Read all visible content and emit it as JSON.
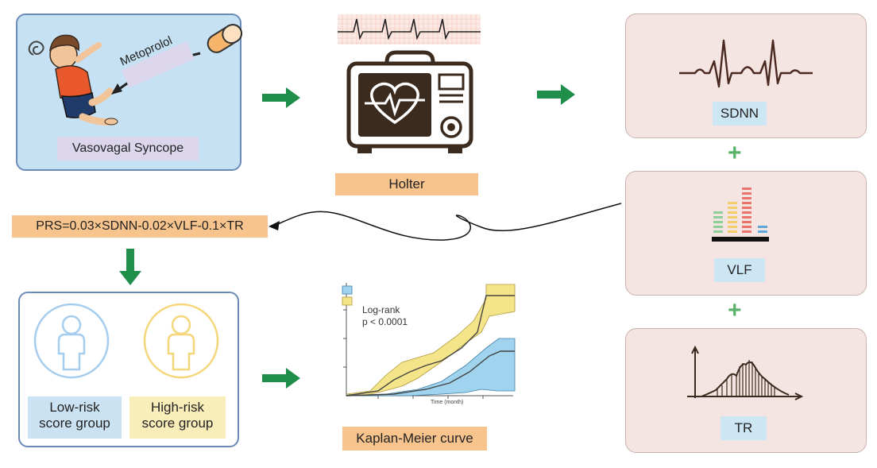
{
  "syncope_panel": {
    "drug_label": "Metoprolol",
    "condition_label": "Vasovagal Syncope"
  },
  "holter": {
    "label": "Holter"
  },
  "features": {
    "sdnn": {
      "label": "SDNN"
    },
    "vlf": {
      "label": "VLF"
    },
    "tr": {
      "label": "TR"
    },
    "plus_symbol": "+"
  },
  "formula": {
    "text": "PRS=0.03×SDNN-0.02×VLF-0.1×TR"
  },
  "groups": {
    "low": {
      "label_line1": "Low-risk",
      "label_line2": "score group"
    },
    "high": {
      "label_line1": "High-risk",
      "label_line2": "score group"
    }
  },
  "km_plot": {
    "legend_text_line1": "Log-rank",
    "legend_text_line2": "p < 0.0001",
    "x_axis_label": "Time (month)",
    "caption": "Kaplan-Meier curve"
  },
  "colors": {
    "arrow_green": "#1e8e4a",
    "low_risk_blue": "#9fd3ee",
    "high_risk_yellow": "#f4e48a",
    "orange_label": "#f8c48e",
    "feature_panel_bg": "#f4e5e2",
    "syncope_panel_bg": "#c6e1f3"
  }
}
